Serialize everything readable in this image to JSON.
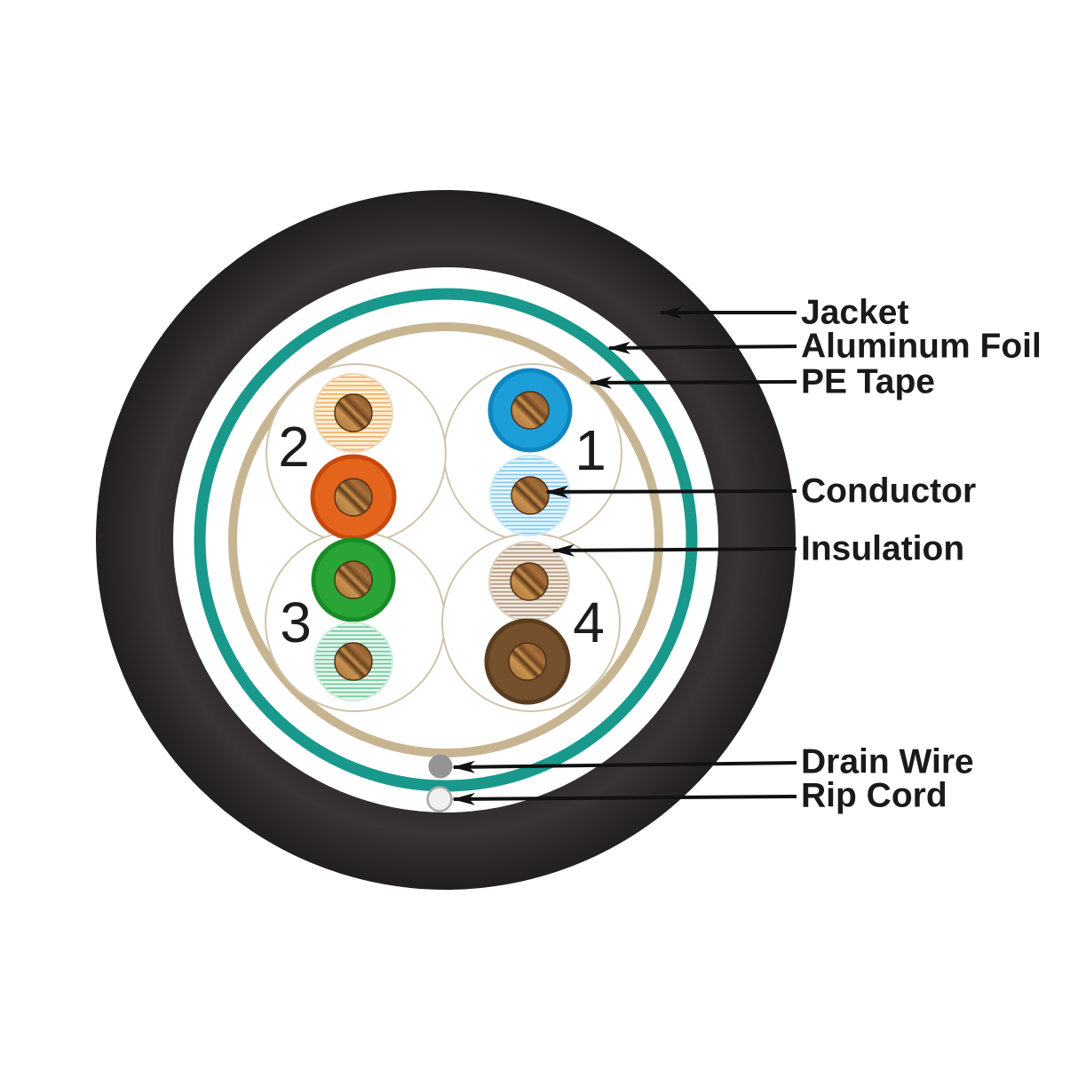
{
  "figure": {
    "type": "cable-cross-section-diagram"
  },
  "callouts": {
    "jacket": "Jacket",
    "aluminum_foil": "Aluminum Foil",
    "pe_tape": "PE Tape",
    "conductor": "Conductor",
    "insulation": "Insulation",
    "drain_wire": "Drain Wire",
    "rip_cord": "Rip Cord"
  },
  "pairs": [
    {
      "number": "1",
      "wires": [
        "blue",
        "white-blue"
      ]
    },
    {
      "number": "2",
      "wires": [
        "white-orange",
        "orange"
      ]
    },
    {
      "number": "3",
      "wires": [
        "green",
        "white-green"
      ]
    },
    {
      "number": "4",
      "wires": [
        "white-brown",
        "brown"
      ]
    }
  ],
  "colors": {
    "background": "#ffffff",
    "jacket": "#2d292a",
    "jacket_edge": "#221f20",
    "foil": "#18998b",
    "pe_tape": "#c7b592",
    "pair_outline": "#cfc3aa",
    "arrow": "#111111",
    "label_text": "#1a1a1a",
    "wire_blue": "#1c9ed9",
    "wire_blue_rim": "#0f86c0",
    "wire_orange": "#e4641c",
    "wire_orange_rim": "#c8490e",
    "wire_green": "#2aa434",
    "wire_green_rim": "#188c26",
    "wire_brown": "#74512c",
    "wire_brown_rim": "#5a3d1e",
    "stripe_orange": "#f2b266",
    "stripe_orange_bg": "#faf2df",
    "stripe_blue": "#85cdee",
    "stripe_blue_bg": "#eef8fd",
    "stripe_green": "#74cba0",
    "stripe_green_bg": "#ecf9f1",
    "stripe_brown": "#b59a80",
    "stripe_brown_bg": "#f6efe6",
    "conductor_light": "#c9924f",
    "conductor_mid": "#a8703a",
    "conductor_dark": "#5f3a1a",
    "conductor_outline": "#4f3117",
    "drain_wire": "#949494",
    "rip_cord": "#f0f0f0",
    "rip_cord_rim": "#aaaaaa"
  }
}
